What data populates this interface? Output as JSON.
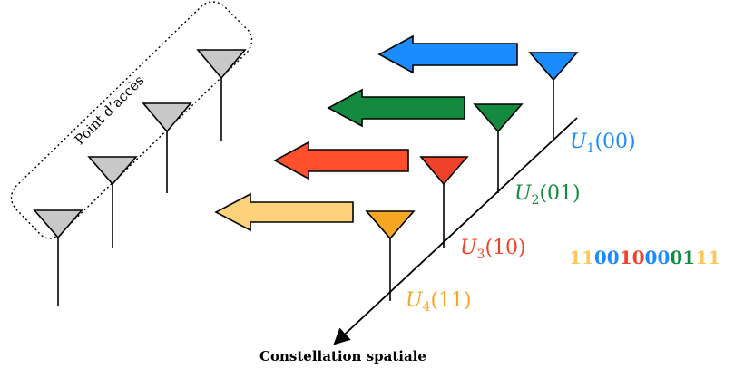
{
  "access_point": {
    "label": "Point d’accès",
    "antenna_count": 4,
    "antenna_fill": "#c8c8c8"
  },
  "axis": {
    "label": "Constellation spatiale"
  },
  "users": [
    {
      "symbol": "U",
      "index": "1",
      "code": "(00)",
      "color": "#1a8cff"
    },
    {
      "symbol": "U",
      "index": "2",
      "code": "(01)",
      "color": "#138a3e"
    },
    {
      "symbol": "U",
      "index": "3",
      "code": "(10)",
      "color": "#f0412a"
    },
    {
      "symbol": "U",
      "index": "4",
      "code": "(11)",
      "color": "#f5a623"
    }
  ],
  "arrow_colors": {
    "u1": "#1a8cff",
    "u2": "#138a3e",
    "u3": "#ff4f2b",
    "u4": "#fdd27a"
  },
  "bit_stream": {
    "groups": [
      {
        "bits": "11",
        "color": "#fdc75c"
      },
      {
        "bits": "00",
        "color": "#1a8cff"
      },
      {
        "bits": "10",
        "color": "#f0412a"
      },
      {
        "bits": "00",
        "color": "#1a8cff"
      },
      {
        "bits": "01",
        "color": "#138a3e"
      },
      {
        "bits": "11",
        "color": "#fdc75c"
      }
    ]
  }
}
